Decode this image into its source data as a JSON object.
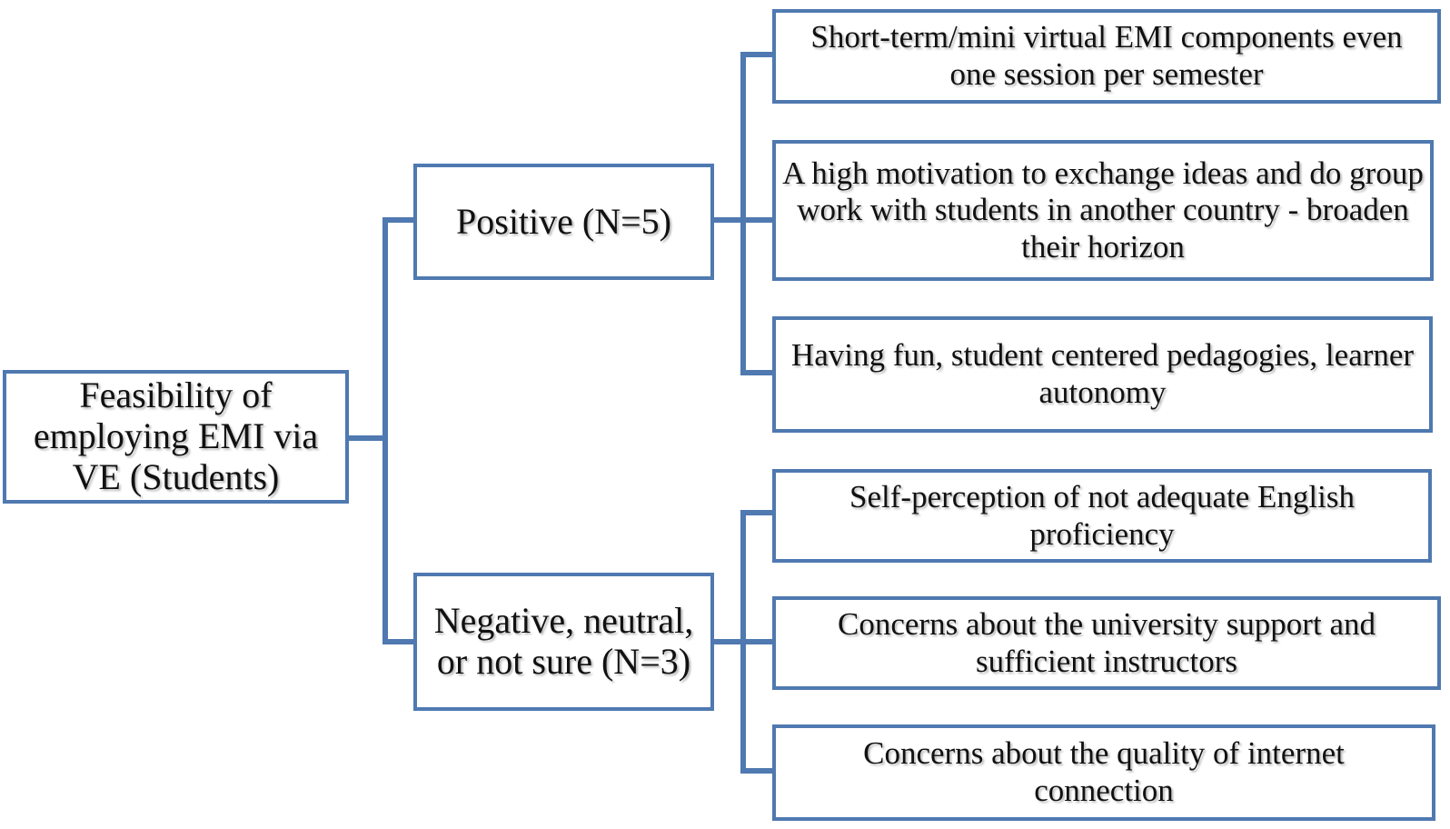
{
  "colors": {
    "border": "#4f79b0",
    "connector": "#4f79b0",
    "background": "#ffffff",
    "text": "#111111"
  },
  "root": {
    "label": "Feasibility of employing EMI via VE (Students)"
  },
  "groups": [
    {
      "label": "Positive (N=5)",
      "items": [
        "Short-term/mini virtual EMI components even one session per semester",
        "A high motivation to exchange ideas and do group work with students in another country - broaden their horizon",
        "Having fun, student centered pedagogies, learner autonomy"
      ]
    },
    {
      "label": "Negative, neutral, or not sure (N=3)",
      "items": [
        "Self-perception of not adequate English proficiency",
        "Concerns about the university support and sufficient instructors",
        "Concerns about the quality of internet connection"
      ]
    }
  ]
}
